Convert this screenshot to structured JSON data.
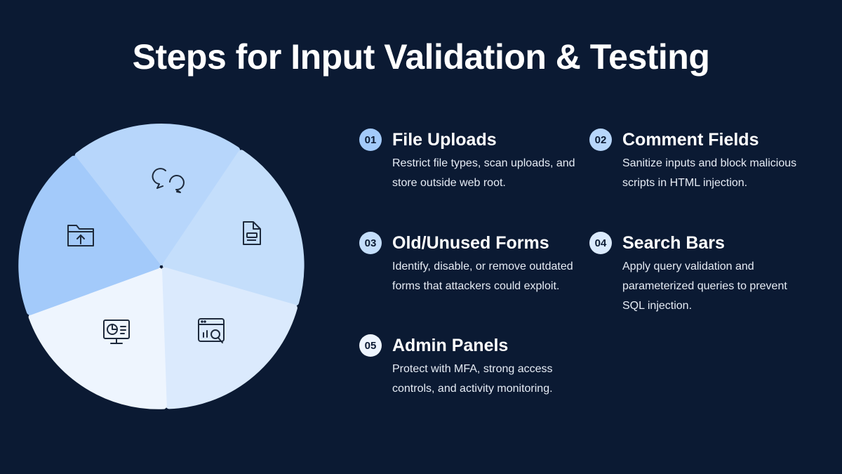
{
  "title": "Steps for Input Validation & Testing",
  "colors": {
    "background": "#0b1a33",
    "slice_top": "#b7d6fb",
    "slice_right": "#c4defb",
    "slice_bottom_right": "#dbeafd",
    "slice_bottom_left": "#eef5fe",
    "slice_left": "#a3cafa"
  },
  "pie": {
    "slices": [
      {
        "name": "top",
        "icon": "chat-bubbles-icon"
      },
      {
        "name": "right",
        "icon": "document-icon"
      },
      {
        "name": "bottom-right",
        "icon": "analytics-search-icon"
      },
      {
        "name": "bottom-left",
        "icon": "monitor-chart-icon"
      },
      {
        "name": "left",
        "icon": "folder-upload-icon"
      }
    ]
  },
  "steps": [
    {
      "number": "01",
      "title": "File Uploads",
      "desc": "Restrict file types, scan uploads, and store outside web root.",
      "badge_color": "#a3cafa"
    },
    {
      "number": "02",
      "title": "Comment Fields",
      "desc": "Sanitize inputs and block malicious scripts in HTML injection.",
      "badge_color": "#b7d6fb"
    },
    {
      "number": "03",
      "title": "Old/Unused Forms",
      "desc": "Identify, disable, or remove outdated forms that attackers could exploit.",
      "badge_color": "#c4defb"
    },
    {
      "number": "04",
      "title": "Search Bars",
      "desc": "Apply query validation and parameterized queries to prevent SQL injection.",
      "badge_color": "#dbeafd"
    },
    {
      "number": "05",
      "title": "Admin Panels",
      "desc": "Protect with MFA, strong access controls, and activity monitoring.",
      "badge_color": "#eef5fe"
    }
  ]
}
